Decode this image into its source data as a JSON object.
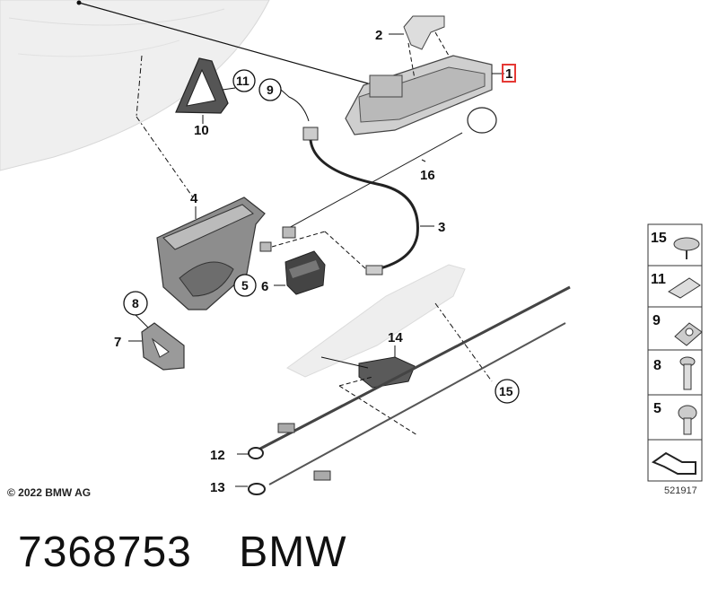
{
  "diagram": {
    "callouts": {
      "c1": "1",
      "c2": "2",
      "c3": "3",
      "c4": "4",
      "c5": "5",
      "c6": "6",
      "c7": "7",
      "c8": "8",
      "c9": "9",
      "c10": "10",
      "c11": "11",
      "c12": "12",
      "c13": "13",
      "c14": "14",
      "c15": "15",
      "c16": "16"
    },
    "side_panel": [
      "15",
      "11",
      "9",
      "8",
      "5"
    ],
    "highlight_color": "#e53935"
  },
  "copyright": "© 2022 BMW AG",
  "diagram_code": "521917",
  "footer": {
    "part_number": "7368753",
    "brand": "BMW"
  }
}
